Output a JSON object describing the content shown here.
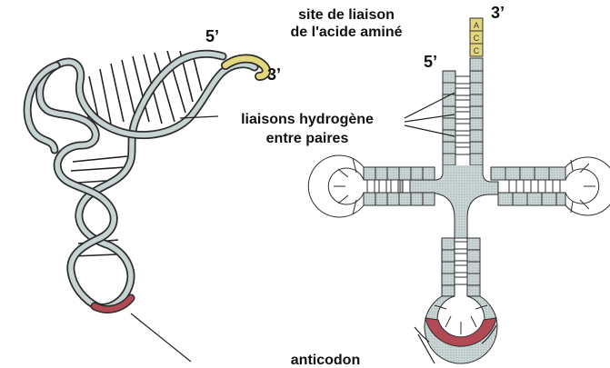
{
  "diagram": {
    "labels": {
      "site_line1": "site de liaison",
      "site_line2": "de l'acide aminé",
      "hbond_line1": "liaisons hydrogène",
      "hbond_line2": "entre paires",
      "anticodon": "anticodon",
      "five_prime_left": "5’",
      "three_prime_left": "3’",
      "five_prime_right": "5’",
      "three_prime_right": "3’"
    },
    "acceptor_bases": [
      "A",
      "C",
      "C"
    ],
    "colors": {
      "backbone": "#c7d3d3",
      "outline": "#2d2d2d",
      "acceptor_end": "#e3d77e",
      "anticodon": "#b24a55",
      "stem_fill": "#c6d1d1"
    }
  }
}
